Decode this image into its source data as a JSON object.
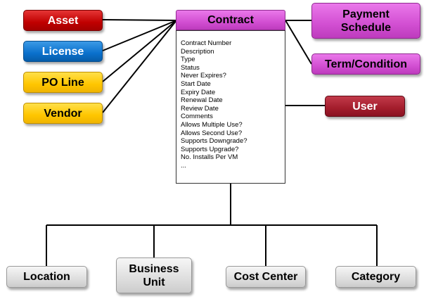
{
  "left_boxes": {
    "asset": "Asset",
    "license": "License",
    "po_line": "PO Line",
    "vendor": "Vendor"
  },
  "contract": {
    "title": "Contract",
    "fields": [
      "Contract Number",
      "Description",
      "Type",
      "Status",
      "Never Expires?",
      "Start Date",
      "Expiry Date",
      "Renewal Date",
      "Review Date",
      "Comments",
      "Allows Multiple Use?",
      "Allows Second Use?",
      "Supports Downgrade?",
      "Supports Upgrade?",
      "No. Installs Per VM",
      "..."
    ]
  },
  "right_boxes": {
    "payment_schedule_line1": "Payment",
    "payment_schedule_line2": "Schedule",
    "term_condition": "Term/Condition",
    "user": "User"
  },
  "bottom_boxes": {
    "location": "Location",
    "business_unit_line1": "Business",
    "business_unit_line2": "Unit",
    "cost_center": "Cost Center",
    "category": "Category"
  },
  "colors": {
    "asset": "#c00000",
    "license": "#0a70cc",
    "po_line": "#ffc600",
    "vendor": "#ffc600",
    "contract": "#d24fd2",
    "payment_schedule": "#d24fd2",
    "term_condition": "#d24fd2",
    "user": "#a31d2c",
    "bottom": "#dedede"
  }
}
